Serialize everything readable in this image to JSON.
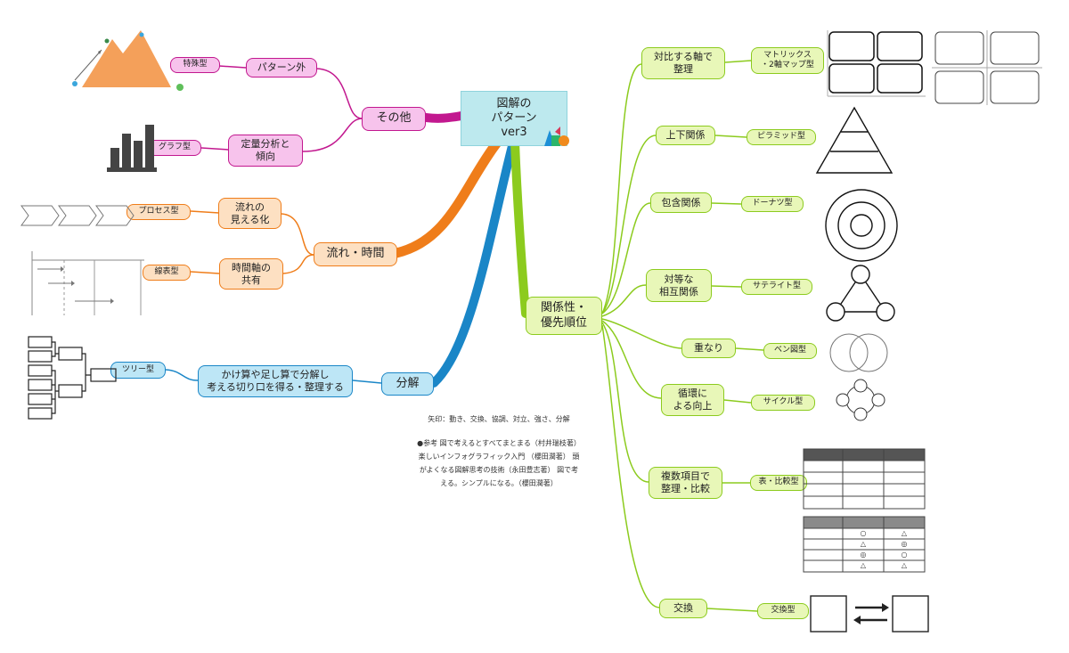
{
  "center": {
    "title": "図解の\nパターン\nver3"
  },
  "branches": {
    "other": {
      "label": "その他",
      "items": [
        {
          "label": "パターン外",
          "type": "特殊型"
        },
        {
          "label": "定量分析と\n傾向",
          "type": "グラフ型"
        }
      ]
    },
    "flow": {
      "label": "流れ・時間",
      "items": [
        {
          "label": "流れの\n見える化",
          "type": "プロセス型"
        },
        {
          "label": "時間軸の\n共有",
          "type": "線表型"
        }
      ]
    },
    "decomp": {
      "label": "分解",
      "items": [
        {
          "label": "かけ算や足し算で分解し\n考える切り口を得る・整理する",
          "type": "ツリー型"
        }
      ]
    },
    "relation": {
      "label": "関係性・\n優先順位",
      "items": [
        {
          "label": "対比する軸で\n整理",
          "type": "マトリックス\n・2軸マップ型"
        },
        {
          "label": "上下関係",
          "type": "ピラミッド型"
        },
        {
          "label": "包含関係",
          "type": "ドーナツ型"
        },
        {
          "label": "対等な\n相互関係",
          "type": "サテライト型"
        },
        {
          "label": "重なり",
          "type": "ベン図型"
        },
        {
          "label": "循環に\nよる向上",
          "type": "サイクル型"
        },
        {
          "label": "複数項目で\n整理・比較",
          "type": "表・比較型"
        },
        {
          "label": "交換",
          "type": "交換型"
        }
      ]
    }
  },
  "notes": {
    "arrows": "矢印：動き、交換、協調、対立、強さ、分解",
    "reference": "●参考 図で考えるとすべてまとまる（村井瑞枝著）\n楽しいインフォグラフィック入門 （櫻田潤著） 頭\nがよくなる図解思考の技術（永田豊志著） 図で考\nえる。シンプルになる。（櫻田潤著）"
  },
  "table_marks": [
    "○",
    "△",
    "△",
    "◎",
    "◎",
    "○",
    "△",
    "△"
  ],
  "colors": {
    "pink": "#c2188f",
    "orange": "#ef7d1a",
    "blue": "#1a86c7",
    "green": "#8ccb1e",
    "center": "#bde9ee"
  }
}
